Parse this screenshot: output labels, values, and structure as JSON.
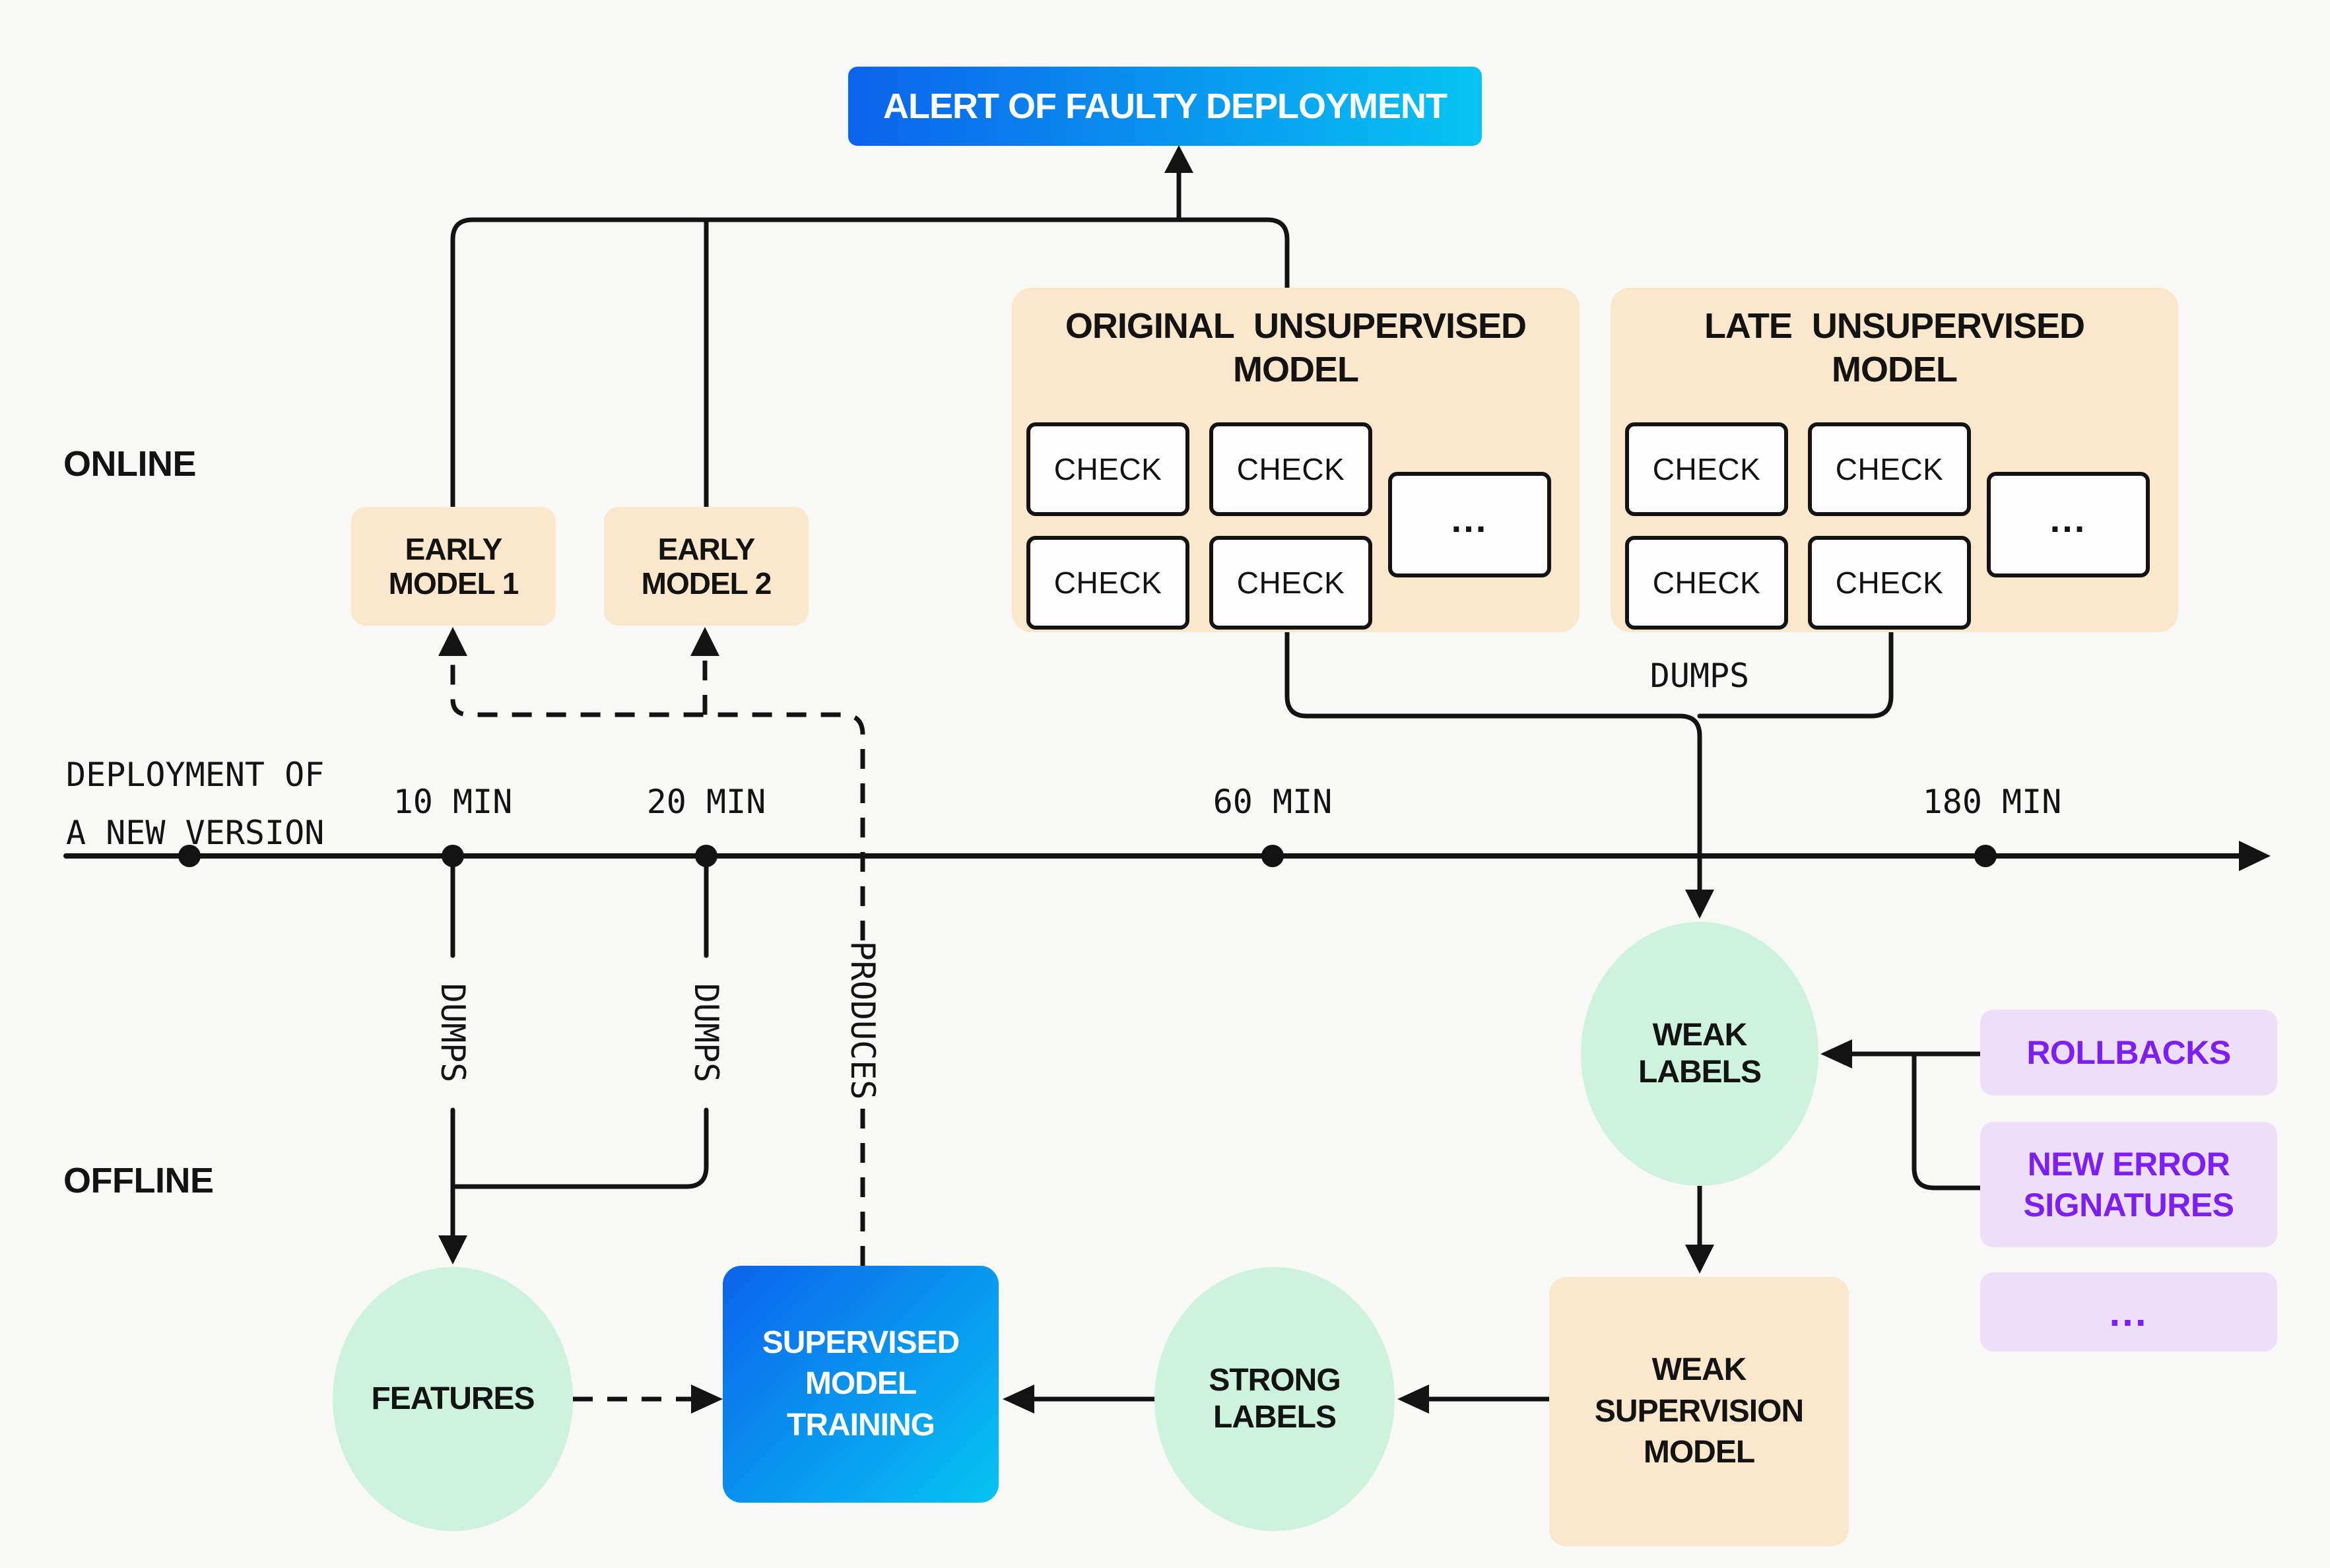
{
  "palette": {
    "bg": "#f8f8f6",
    "ink": "#131313",
    "peach": "#fbe7cc",
    "mint": "#cdf2dd",
    "lavender": "#eddff9",
    "purple": "#7c1ef5",
    "blue-start": "#0b63ec",
    "blue-end": "#06c4f2"
  },
  "banner": {
    "label": "ALERT OF FAULTY DEPLOYMENT"
  },
  "sections": {
    "online": "ONLINE",
    "offline": "OFFLINE"
  },
  "early_models": [
    {
      "line1": "EARLY",
      "line2": "MODEL 1"
    },
    {
      "line1": "EARLY",
      "line2": "MODEL 2"
    }
  ],
  "models": [
    {
      "title1": "ORIGINAL UNSUPERVISED",
      "title2": "MODEL",
      "checks": [
        "CHECK",
        "CHECK",
        "CHECK",
        "CHECK"
      ],
      "more": "..."
    },
    {
      "title1": "LATE UNSUPERVISED",
      "title2": "MODEL",
      "checks": [
        "CHECK",
        "CHECK",
        "CHECK",
        "CHECK"
      ],
      "more": "..."
    }
  ],
  "timeline": {
    "origin1": "DEPLOYMENT OF",
    "origin2": "A NEW VERSION",
    "ticks": [
      {
        "label": "10 MIN"
      },
      {
        "label": "20 MIN"
      },
      {
        "label": "60 MIN"
      },
      {
        "label": "180 MIN"
      }
    ]
  },
  "edges": {
    "dumps_early1": "DUMPS",
    "dumps_early2": "DUMPS",
    "produces": "PRODUCES",
    "dumps_models": "DUMPS"
  },
  "nodes": {
    "weak_labels": {
      "line1": "WEAK",
      "line2": "LABELS"
    },
    "features": {
      "line1": "FEATURES"
    },
    "strong_labels": {
      "line1": "STRONG",
      "line2": "LABELS"
    },
    "supervised_training": {
      "line1": "SUPERVISED",
      "line2": "MODEL",
      "line3": "TRAINING"
    },
    "weak_supervision": {
      "line1": "WEAK",
      "line2": "SUPERVISION",
      "line3": "MODEL"
    }
  },
  "weak_label_sources": {
    "rollbacks": "ROLLBACKS",
    "new_error1": "NEW ERROR",
    "new_error2": "SIGNATURES",
    "more": "..."
  }
}
